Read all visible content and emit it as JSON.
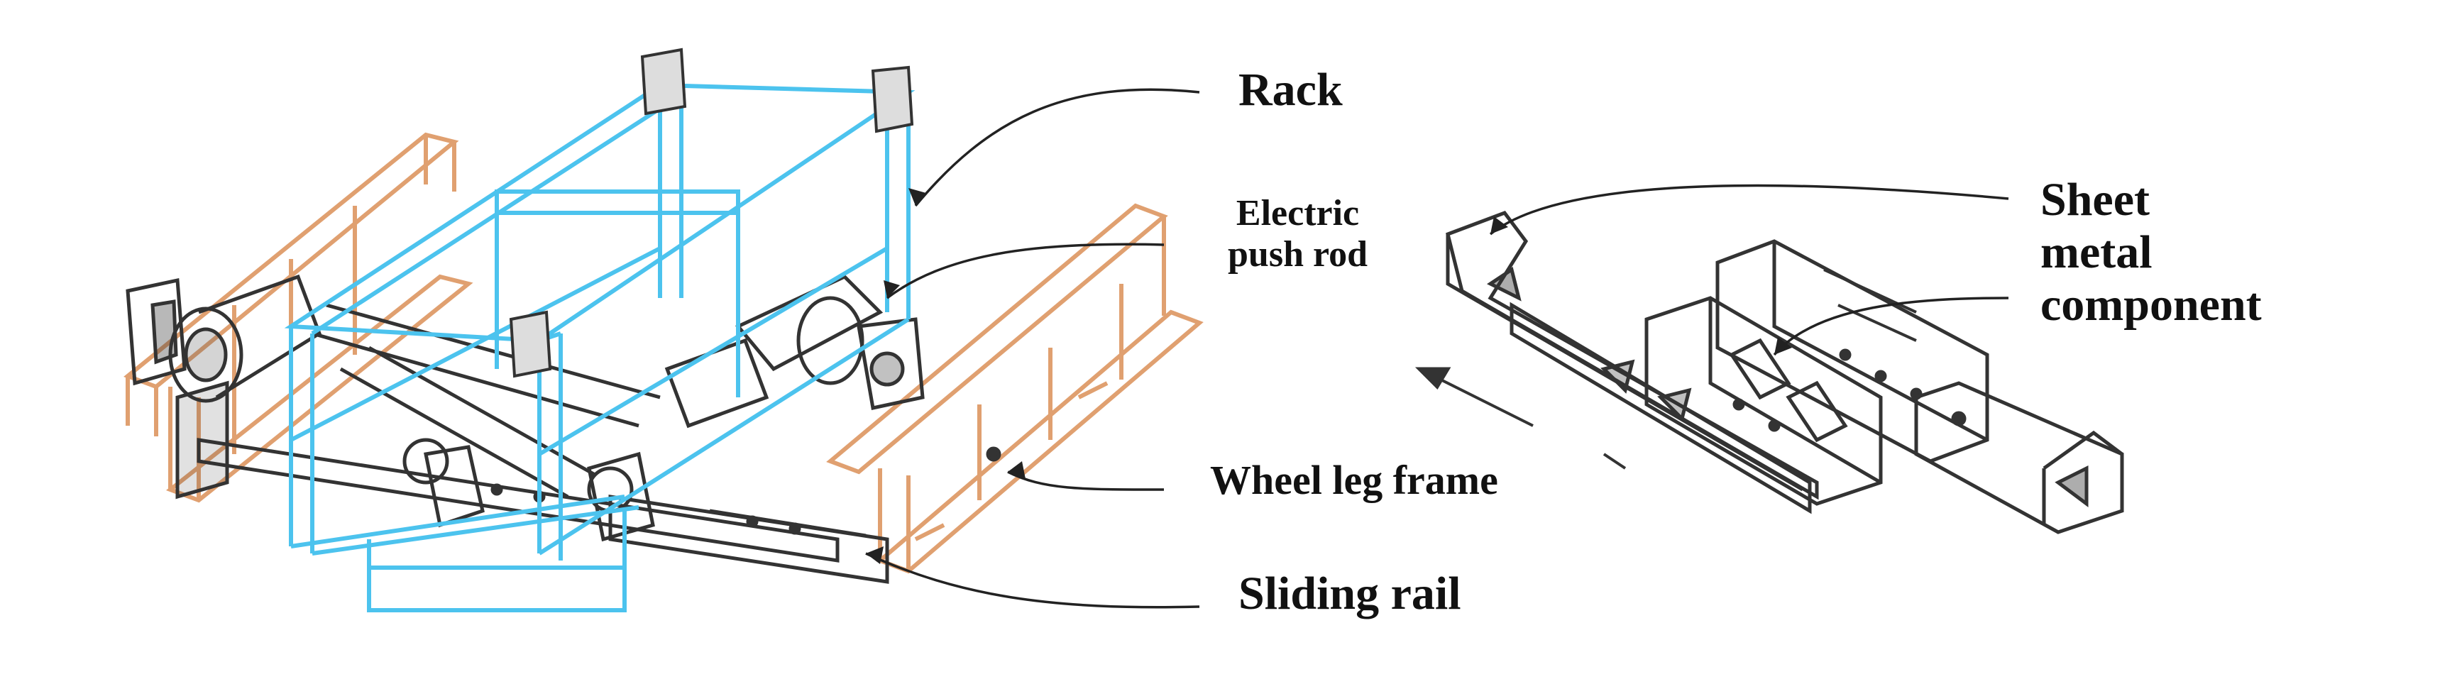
{
  "labels": {
    "rack": "Rack",
    "push_rod_line1": "Electric",
    "push_rod_line2": "push rod",
    "sheet_line1": "Sheet",
    "sheet_line2": "metal",
    "sheet_line3": "component",
    "wheel_leg": "Wheel leg frame",
    "sliding_rail": "Sliding rail"
  },
  "colors": {
    "rack_frame": "#4cc3ee",
    "side_frame": "#e0a070",
    "mechanism": "#333333",
    "leader_line": "#222222"
  }
}
